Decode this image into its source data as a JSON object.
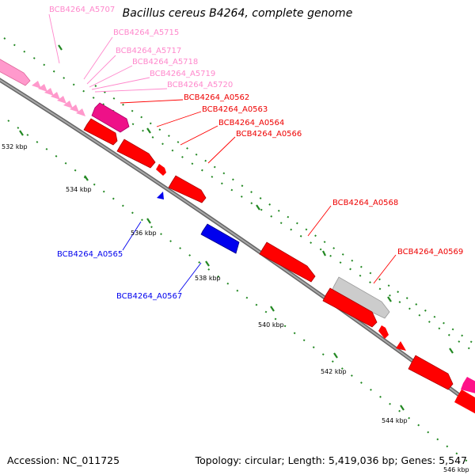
{
  "title": "Bacillus cereus B4264, complete genome",
  "accession": "Accession: NC_011725",
  "summary": "Topology: circular; Length: 5,419,036 bp; Genes: 5,547",
  "colors": {
    "backbone": "#888888",
    "forward_gene": "#ff0000",
    "reverse_gene": "#0000ee",
    "pink_gene": "#ff99cc",
    "magenta_gene": "#ee1188",
    "grey_gene": "#cccccc",
    "tick_dots": "#228822"
  },
  "kbp_labels": [
    "532 kbp",
    "534 kbp",
    "536 kbp",
    "538 kbp",
    "540 kbp",
    "542 kbp",
    "544 kbp",
    "546 kbp"
  ],
  "gene_labels": {
    "pink": [
      "BCB4264_A5707",
      "BCB4264_A5715",
      "BCB4264_A5717",
      "BCB4264_A5718",
      "BCB4264_A5719",
      "BCB4264_A5720"
    ],
    "red": [
      "BCB4264_A0562",
      "BCB4264_A0563",
      "BCB4264_A0564",
      "BCB4264_A0566",
      "BCB4264_A0568",
      "BCB4264_A0569"
    ],
    "blue": [
      "BCB4264_A0565",
      "BCB4264_A0567"
    ]
  }
}
